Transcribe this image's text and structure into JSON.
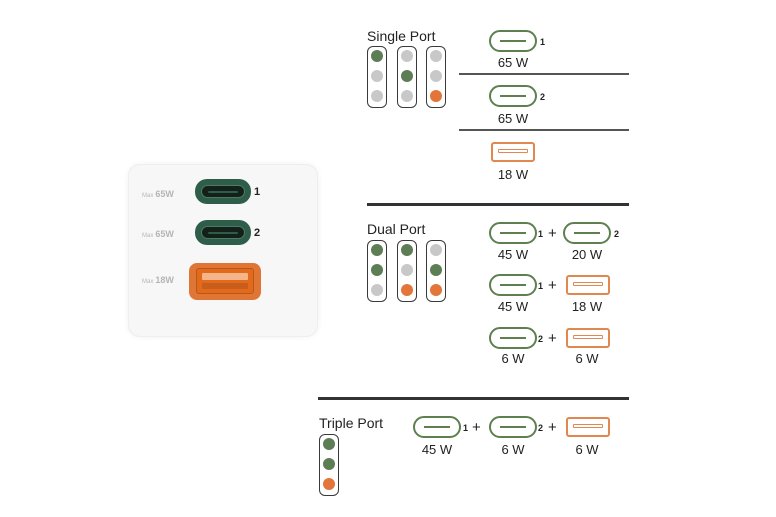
{
  "charger": {
    "ports": [
      {
        "max_prefix": "Max",
        "max_value": "65W",
        "number": "1",
        "type": "usb-c"
      },
      {
        "max_prefix": "Max",
        "max_value": "65W",
        "number": "2",
        "type": "usb-c"
      },
      {
        "max_prefix": "Max",
        "max_value": "18W",
        "number": "",
        "type": "usb-a"
      }
    ]
  },
  "single_port": {
    "heading": "Single Port",
    "rows": [
      {
        "icon": "usb-c",
        "num": "1",
        "watt": "65 W"
      },
      {
        "icon": "usb-c",
        "num": "2",
        "watt": "65 W"
      },
      {
        "icon": "usb-a",
        "num": "",
        "watt": "18 W"
      }
    ]
  },
  "dual_port": {
    "heading": "Dual Port",
    "plus": "+",
    "rows": [
      {
        "a_num": "1",
        "a_watt": "45 W",
        "b_num": "2",
        "b_watt": "20 W"
      },
      {
        "a_num": "1",
        "a_watt": "45 W",
        "b_num": "",
        "b_watt": "18 W"
      },
      {
        "a_num": "2",
        "a_watt": "6 W",
        "b_num": "",
        "b_watt": "6 W"
      }
    ]
  },
  "triple_port": {
    "heading": "Triple Port",
    "plus": "+",
    "items": [
      {
        "num": "1",
        "watt": "45 W"
      },
      {
        "num": "2",
        "watt": "6 W"
      },
      {
        "num": "",
        "watt": "6 W"
      }
    ]
  },
  "colors": {
    "active_c": "#5d7d55",
    "active_a": "#e3743a",
    "inactive": "#c8c8c8"
  }
}
